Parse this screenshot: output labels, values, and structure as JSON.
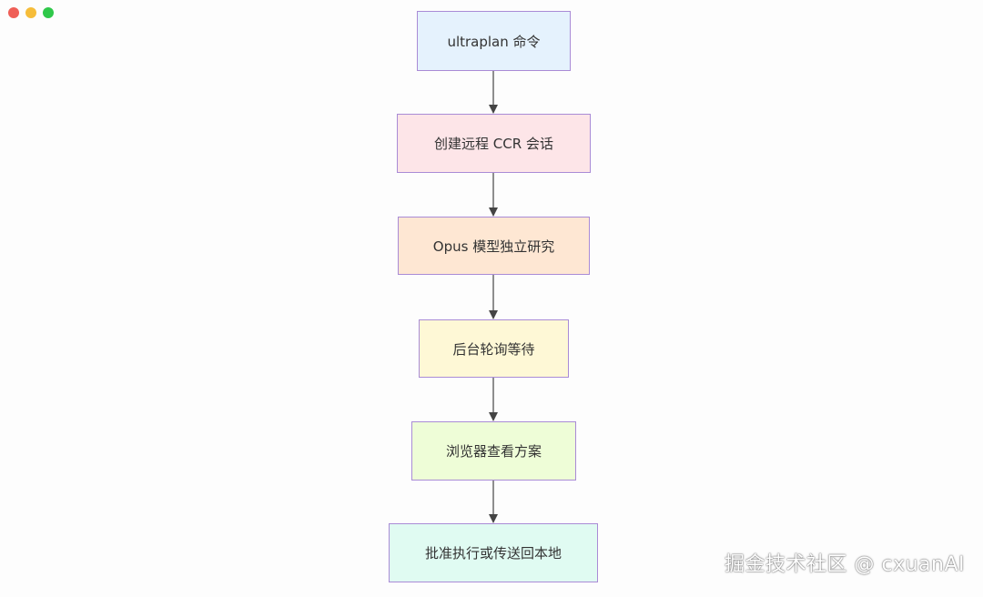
{
  "window": {
    "controls": [
      "close",
      "minimize",
      "maximize"
    ]
  },
  "flow": {
    "nodes": [
      "ultraplan 命令",
      "创建远程 CCR 会话",
      "Opus 模型独立研究",
      "后台轮询等待",
      "浏览器查看方案",
      "批准执行或传送回本地"
    ]
  },
  "watermark": "掘金技术社区 @ cxuanAI",
  "colors": {
    "node_border": "#a98bd6",
    "edge": "#444444",
    "node_fills": [
      "#e5f2fd",
      "#fde5e8",
      "#fee7d3",
      "#fef8d6",
      "#eefdd7",
      "#e0fbf2"
    ]
  }
}
